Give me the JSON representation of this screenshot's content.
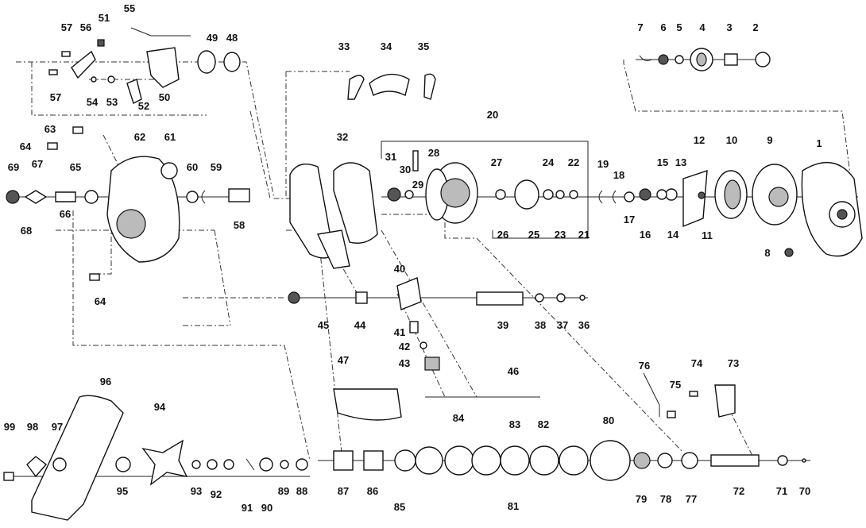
{
  "diagram": {
    "part_labels": [
      {
        "n": "1"
      },
      {
        "n": "2"
      },
      {
        "n": "3"
      },
      {
        "n": "4"
      },
      {
        "n": "5"
      },
      {
        "n": "6"
      },
      {
        "n": "7"
      },
      {
        "n": "8"
      },
      {
        "n": "9"
      },
      {
        "n": "10"
      },
      {
        "n": "11"
      },
      {
        "n": "12"
      },
      {
        "n": "13"
      },
      {
        "n": "14"
      },
      {
        "n": "15"
      },
      {
        "n": "16"
      },
      {
        "n": "17"
      },
      {
        "n": "18"
      },
      {
        "n": "19"
      },
      {
        "n": "20"
      },
      {
        "n": "21"
      },
      {
        "n": "22"
      },
      {
        "n": "23"
      },
      {
        "n": "24"
      },
      {
        "n": "25"
      },
      {
        "n": "26"
      },
      {
        "n": "27"
      },
      {
        "n": "28"
      },
      {
        "n": "29"
      },
      {
        "n": "30"
      },
      {
        "n": "31"
      },
      {
        "n": "32"
      },
      {
        "n": "33"
      },
      {
        "n": "34"
      },
      {
        "n": "35"
      },
      {
        "n": "36"
      },
      {
        "n": "37"
      },
      {
        "n": "38"
      },
      {
        "n": "39"
      },
      {
        "n": "40"
      },
      {
        "n": "41"
      },
      {
        "n": "42"
      },
      {
        "n": "43"
      },
      {
        "n": "44"
      },
      {
        "n": "45"
      },
      {
        "n": "46"
      },
      {
        "n": "47"
      },
      {
        "n": "48"
      },
      {
        "n": "49"
      },
      {
        "n": "50"
      },
      {
        "n": "51"
      },
      {
        "n": "52"
      },
      {
        "n": "53"
      },
      {
        "n": "54"
      },
      {
        "n": "55"
      },
      {
        "n": "56"
      },
      {
        "n": "57"
      },
      {
        "n": "57"
      },
      {
        "n": "58"
      },
      {
        "n": "59"
      },
      {
        "n": "60"
      },
      {
        "n": "61"
      },
      {
        "n": "62"
      },
      {
        "n": "63"
      },
      {
        "n": "64"
      },
      {
        "n": "64"
      },
      {
        "n": "65"
      },
      {
        "n": "66"
      },
      {
        "n": "67"
      },
      {
        "n": "68"
      },
      {
        "n": "69"
      },
      {
        "n": "70"
      },
      {
        "n": "71"
      },
      {
        "n": "72"
      },
      {
        "n": "73"
      },
      {
        "n": "74"
      },
      {
        "n": "75"
      },
      {
        "n": "76"
      },
      {
        "n": "77"
      },
      {
        "n": "78"
      },
      {
        "n": "79"
      },
      {
        "n": "80"
      },
      {
        "n": "81"
      },
      {
        "n": "82"
      },
      {
        "n": "83"
      },
      {
        "n": "84"
      },
      {
        "n": "85"
      },
      {
        "n": "86"
      },
      {
        "n": "87"
      },
      {
        "n": "88"
      },
      {
        "n": "89"
      },
      {
        "n": "90"
      },
      {
        "n": "91"
      },
      {
        "n": "92"
      },
      {
        "n": "93"
      },
      {
        "n": "94"
      },
      {
        "n": "95"
      },
      {
        "n": "96"
      },
      {
        "n": "97"
      },
      {
        "n": "98"
      },
      {
        "n": "99"
      }
    ]
  }
}
